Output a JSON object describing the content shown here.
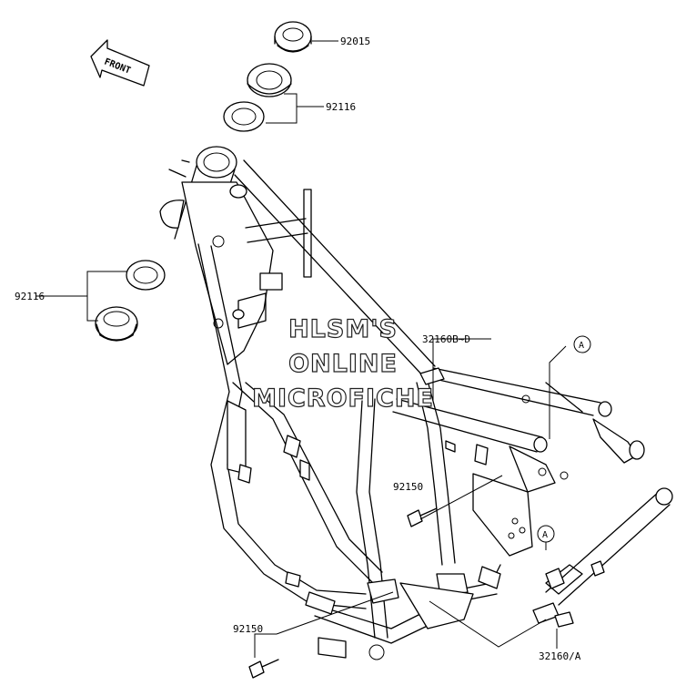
{
  "parts": {
    "p92015": "92015",
    "p92116_top": "92116",
    "p92116_left": "92116",
    "p32160bd": "32160B~D",
    "p92150_mid": "92150",
    "p92150_bot": "92150",
    "p32160a": "32160/A"
  },
  "refs": {
    "a1": "A",
    "a2": "A"
  },
  "front": "FRONT",
  "watermark": {
    "line1": "HLSM'S",
    "line2": "ONLINE",
    "line3": "MICROFICHE"
  }
}
